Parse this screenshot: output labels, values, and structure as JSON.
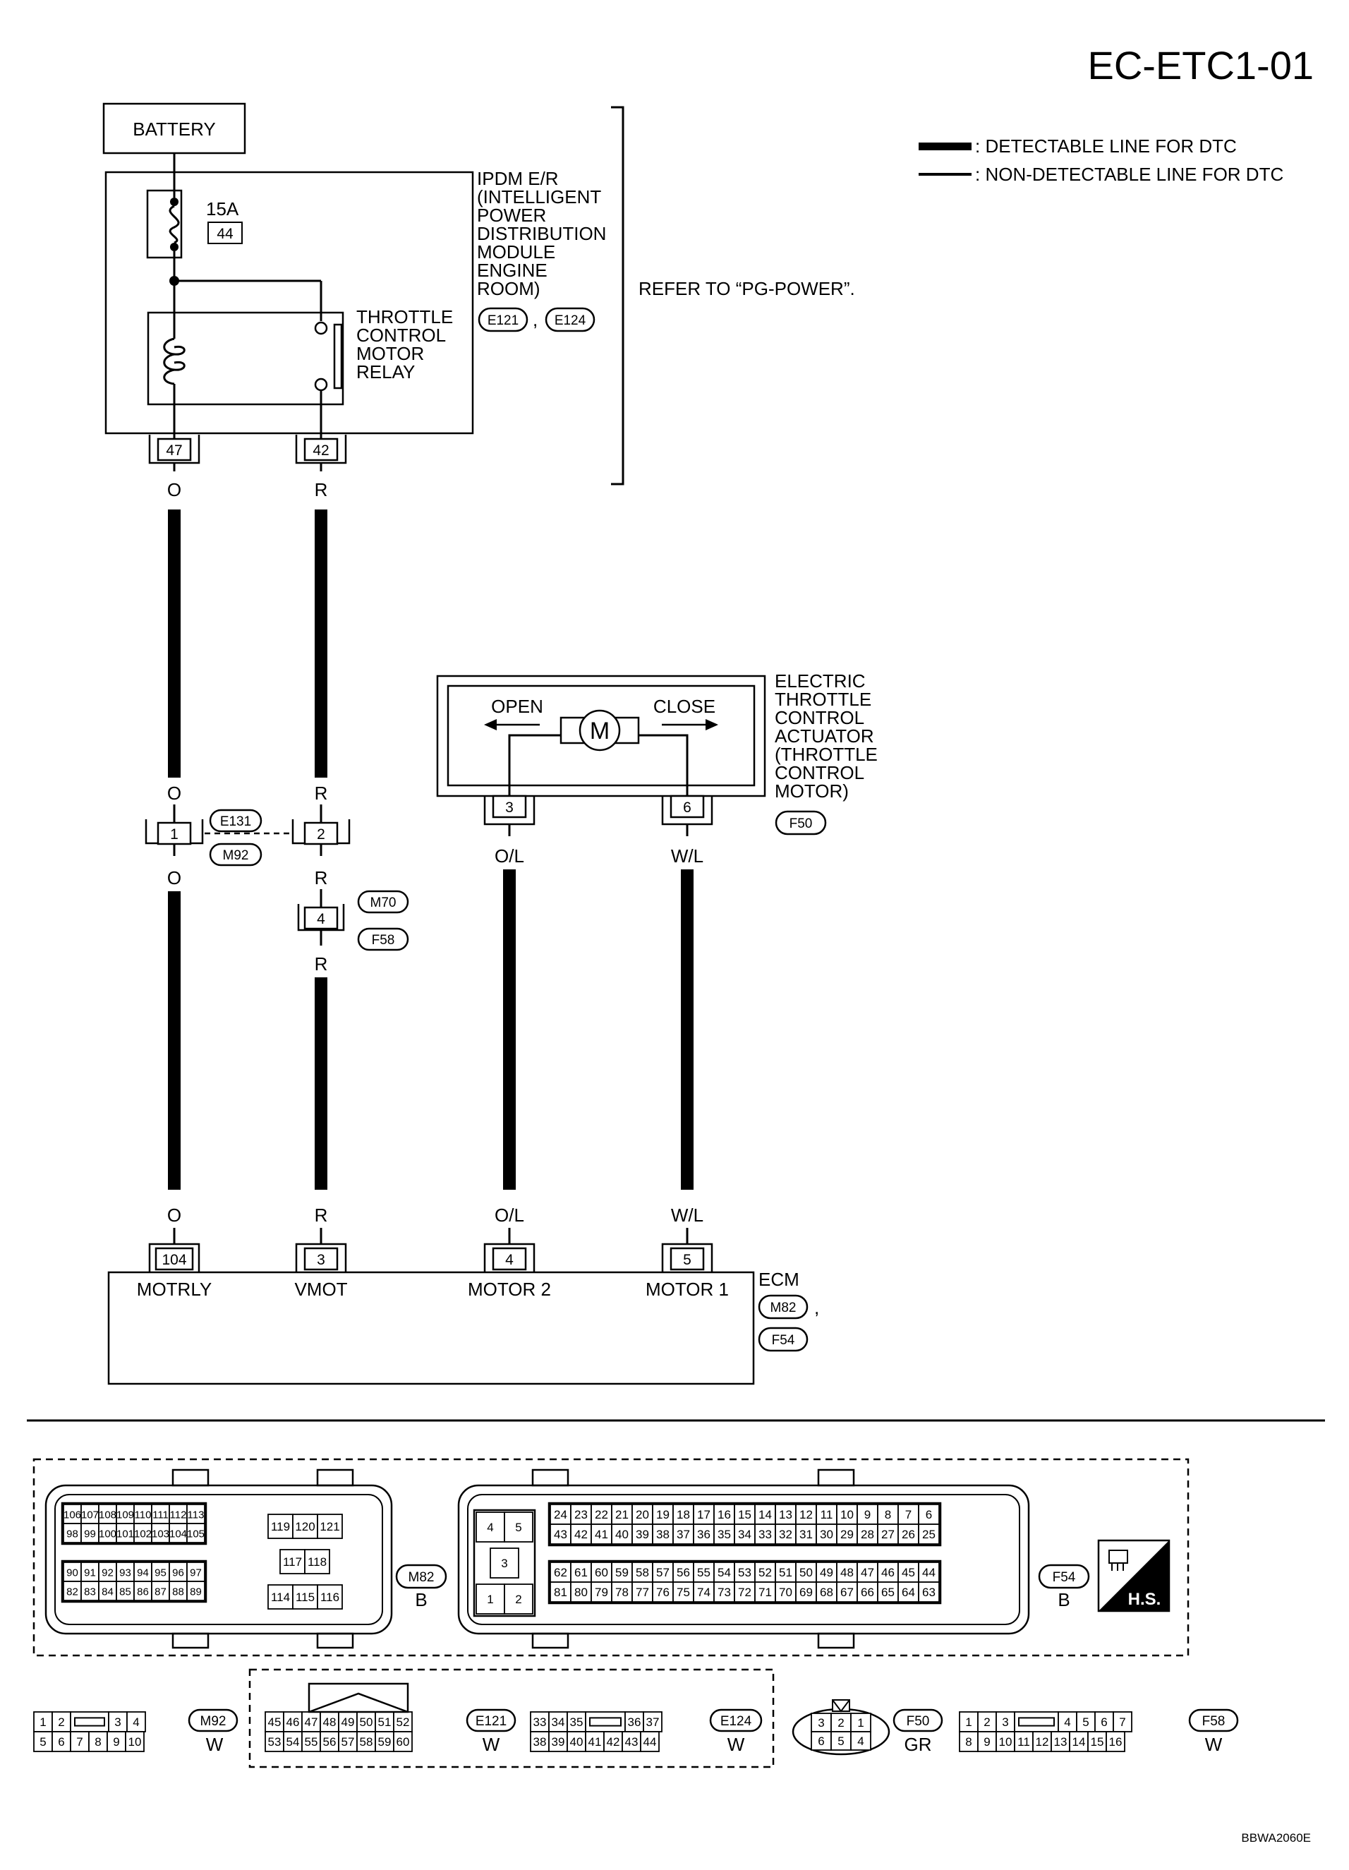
{
  "page_title": "EC-ETC1-01",
  "legend": {
    "detectable": ": DETECTABLE LINE FOR DTC",
    "non_detectable": ": NON-DETECTABLE LINE FOR DTC"
  },
  "battery": "BATTERY",
  "ipdm": {
    "label_lines": [
      "IPDM E/R",
      "(INTELLIGENT",
      "POWER",
      "DISTRIBUTION",
      "MODULE",
      "ENGINE",
      "ROOM)"
    ],
    "connectors": [
      "E121",
      "E124"
    ],
    "fuse_rating": "15A",
    "fuse_number": "44",
    "relay_lines": [
      "THROTTLE",
      "CONTROL",
      "MOTOR",
      "RELAY"
    ],
    "pins": [
      "47",
      "42"
    ],
    "refer": "REFER TO “PG-POWER”."
  },
  "wire_colors": {
    "o": "O",
    "r": "R",
    "ol": "O/L",
    "wl": "W/L"
  },
  "actuator": {
    "label_lines": [
      "ELECTRIC",
      "THROTTLE",
      "CONTROL",
      "ACTUATOR",
      "(THROTTLE",
      "CONTROL",
      "MOTOR)"
    ],
    "open": "OPEN",
    "close": "CLOSE",
    "motor": "M",
    "pins": [
      "3",
      "6"
    ],
    "connector": "F50"
  },
  "joint_connector": {
    "pins": [
      "1",
      "2"
    ],
    "connectors": [
      "E131",
      "M92"
    ]
  },
  "inline_connector": {
    "pin": "4",
    "connectors": [
      "M70",
      "F58"
    ]
  },
  "ecm": {
    "label": "ECM",
    "connectors": [
      "M82",
      "F54"
    ],
    "terminals": [
      {
        "pin": "104",
        "name": "MOTRLY"
      },
      {
        "pin": "3",
        "name": "VMOT"
      },
      {
        "pin": "4",
        "name": "MOTOR 2"
      },
      {
        "pin": "5",
        "name": "MOTOR 1"
      }
    ]
  },
  "connector_views": {
    "m82": {
      "code": "M82",
      "color": "B",
      "rows": [
        [
          "106",
          "107",
          "108",
          "109",
          "110",
          "111",
          "112",
          "113"
        ],
        [
          "98",
          "99",
          "100",
          "101",
          "102",
          "103",
          "104",
          "105"
        ],
        [
          "90",
          "91",
          "92",
          "93",
          "94",
          "95",
          "96",
          "97"
        ],
        [
          "82",
          "83",
          "84",
          "85",
          "86",
          "87",
          "88",
          "89"
        ]
      ],
      "center_top": [
        "119",
        "120",
        "121"
      ],
      "center_mid": [
        "117",
        "118"
      ],
      "center_bot": [
        "114",
        "115",
        "116"
      ]
    },
    "f54": {
      "code": "F54",
      "color": "B",
      "left": [
        "4",
        "5",
        "3",
        "1",
        "2"
      ],
      "rows": [
        [
          "24",
          "23",
          "22",
          "21",
          "20",
          "19",
          "18",
          "17",
          "16",
          "15",
          "14",
          "13",
          "12",
          "11",
          "10",
          "9",
          "8",
          "7",
          "6"
        ],
        [
          "43",
          "42",
          "41",
          "40",
          "39",
          "38",
          "37",
          "36",
          "35",
          "34",
          "33",
          "32",
          "31",
          "30",
          "29",
          "28",
          "27",
          "26",
          "25"
        ],
        [
          "62",
          "61",
          "60",
          "59",
          "58",
          "57",
          "56",
          "55",
          "54",
          "53",
          "52",
          "51",
          "50",
          "49",
          "48",
          "47",
          "46",
          "45",
          "44"
        ],
        [
          "81",
          "80",
          "79",
          "78",
          "77",
          "76",
          "75",
          "74",
          "73",
          "72",
          "71",
          "70",
          "69",
          "68",
          "67",
          "66",
          "65",
          "64",
          "63"
        ]
      ]
    },
    "hs": "H.S.",
    "m92": {
      "code": "M92",
      "color": "W",
      "top": [
        "1",
        "2",
        "",
        "3",
        "4"
      ],
      "bottom": [
        "5",
        "6",
        "7",
        "8",
        "9",
        "10"
      ]
    },
    "e121": {
      "code": "E121",
      "color": "W",
      "top": [
        "45",
        "46",
        "47",
        "48",
        "49",
        "50",
        "51",
        "52"
      ],
      "bottom": [
        "53",
        "54",
        "55",
        "56",
        "57",
        "58",
        "59",
        "60"
      ]
    },
    "e124": {
      "code": "E124",
      "color": "W",
      "top": [
        "33",
        "34",
        "35",
        "",
        "36",
        "37"
      ],
      "bottom": [
        "38",
        "39",
        "40",
        "41",
        "42",
        "43",
        "44"
      ]
    },
    "f50": {
      "code": "F50",
      "color": "GR",
      "top": [
        "3",
        "2",
        "1"
      ],
      "bottom": [
        "6",
        "5",
        "4"
      ]
    },
    "f58": {
      "code": "F58",
      "color": "W",
      "top": [
        "1",
        "2",
        "3",
        "",
        "4",
        "5",
        "6",
        "7"
      ],
      "bottom": [
        "8",
        "9",
        "10",
        "11",
        "12",
        "13",
        "14",
        "15",
        "16"
      ]
    }
  },
  "figure_code": "BBWA2060E"
}
